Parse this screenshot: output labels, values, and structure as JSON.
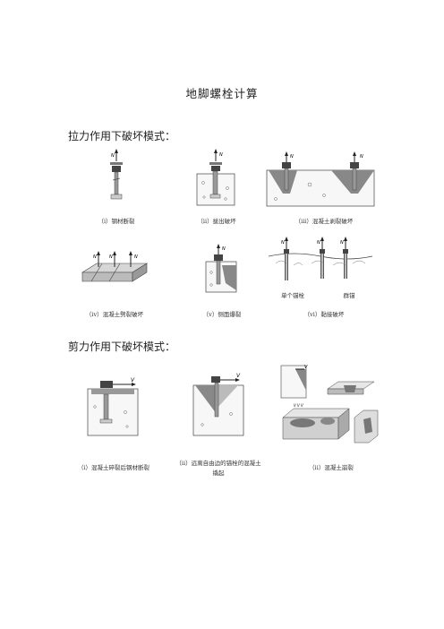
{
  "document": {
    "title": "地脚螺栓计算",
    "tension_heading": "拉力作用下破坏模式：",
    "shear_heading": "剪力作用下破坏模式："
  },
  "tension_modes": {
    "captions": [
      "（i）钢材断裂",
      "（ii）拔出破坏",
      "（iii）混凝土剥裂破坏",
      "（iv）混凝土劈裂破坏",
      "（v）侧面爆裂",
      "（vi）黏接破坏"
    ],
    "force_label": "N",
    "bond_labels": [
      "单个锚栓",
      "群锚"
    ]
  },
  "shear_modes": {
    "captions": [
      "（i）混凝土碎裂后钢材断裂",
      "（ii）远离自由边的锚栓的混凝土",
      "撬起",
      "（ii）混凝土崩裂"
    ],
    "force_label": "V"
  }
}
